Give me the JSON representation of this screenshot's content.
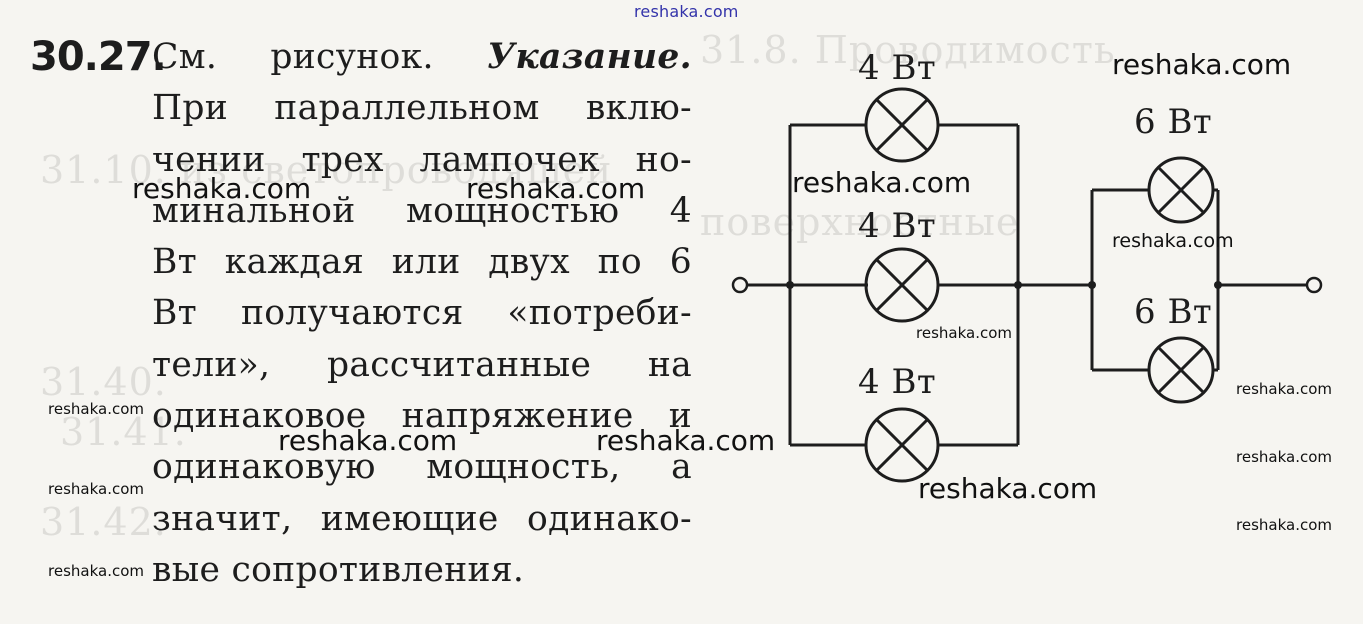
{
  "source_mark": "reshaka.com",
  "problem": {
    "number": "30.27.",
    "lines": [
      [
        {
          "t": "См."
        },
        {
          "t": "рисунок."
        },
        {
          "t": "Указание.",
          "bold": true
        }
      ],
      [
        {
          "t": "При параллельном вклю-"
        }
      ],
      [
        {
          "t": "чении трех лампочек но-"
        }
      ],
      [
        {
          "t": "минальной мощностью 4"
        }
      ],
      [
        {
          "t": "Вт каждая или двух по 6"
        }
      ],
      [
        {
          "t": "Вт получаются «потреби-"
        }
      ],
      [
        {
          "t": "тели», рассчитанные на"
        }
      ],
      [
        {
          "t": "одинаковое напряжение и"
        }
      ],
      [
        {
          "t": "одинаковую мощность, а"
        }
      ],
      [
        {
          "t": "значит, имеющие одинако-"
        }
      ],
      [
        {
          "t": "вые сопротивления."
        }
      ]
    ]
  },
  "circuit": {
    "labels": {
      "lamp_top": "4 Вт",
      "lamp_middle": "4 Вт",
      "lamp_bottom": "4 Вт",
      "lamp_right_top": "6 Вт",
      "lamp_right_bottom": "6 Вт"
    }
  },
  "watermarks": {
    "large": [
      "reshaka.com",
      "reshaka.com",
      "reshaka.com",
      "reshaka.com",
      "reshaka.com",
      "reshaka.com",
      "reshaka.com"
    ],
    "small": [
      "reshaka.com",
      "reshaka.com",
      "reshaka.com",
      "reshaka.com",
      "reshaka.com",
      "reshaka.com",
      "reshaka.com",
      "reshaka.com"
    ]
  },
  "colors": {
    "ink": "#1d1d1d",
    "paper": "#f6f5f1",
    "mark": "#3333aa"
  }
}
